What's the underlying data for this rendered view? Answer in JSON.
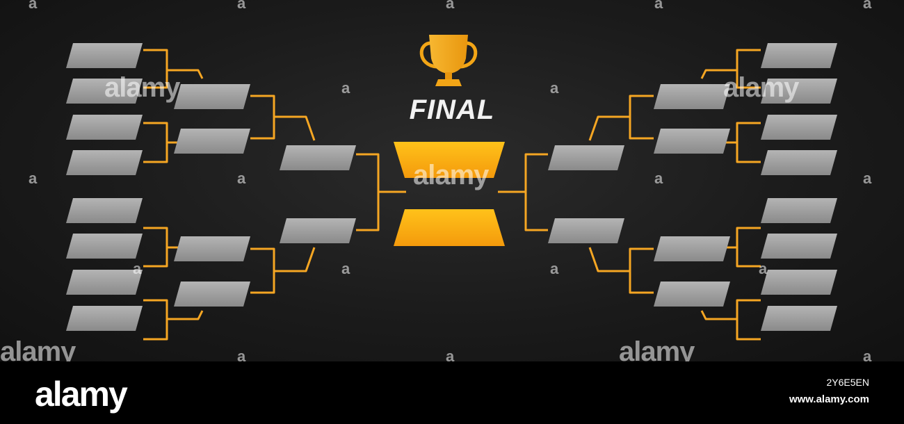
{
  "final_title": "FINAL",
  "watermark_text": "alamy",
  "watermark_small_text": "a",
  "footer": {
    "logo": "alamy",
    "image_id": "2Y6E5EN",
    "url": "www.alamy.com"
  },
  "colors": {
    "background": "#1c1c1c",
    "slot_gray": "#9c9c9c",
    "connector_orange": "#f5a623",
    "final_gold": "#ffb000",
    "trophy_gold": "#f2a516"
  },
  "icons": {
    "trophy": "trophy-icon"
  }
}
